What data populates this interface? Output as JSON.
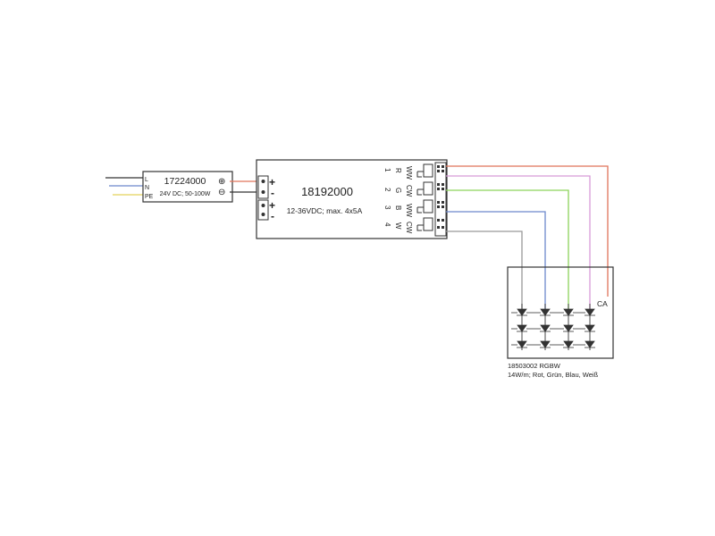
{
  "psu": {
    "part_no": "17224000",
    "spec": "24V DC; 50-100W",
    "input_labels": [
      "L",
      "N",
      "PE"
    ],
    "plus_symbol": "⊕",
    "minus_symbol": "⊖"
  },
  "controller": {
    "part_no": "18192000",
    "spec": "12-36VDC; max. 4x5A",
    "input_plus": "+",
    "input_minus": "-",
    "channels": [
      {
        "num": "1",
        "color_letter": "R",
        "white_type": "WW"
      },
      {
        "num": "2",
        "color_letter": "G",
        "white_type": "CW"
      },
      {
        "num": "3",
        "color_letter": "B",
        "white_type": "WW"
      },
      {
        "num": "4",
        "color_letter": "W",
        "white_type": "CW"
      }
    ]
  },
  "strip": {
    "part_no": "18503002 RGBW",
    "spec": "14W/m; Rot, Grün, Blau, Weiß",
    "common_label": "CA"
  },
  "colors": {
    "line": "#333333",
    "red": "#e0745a",
    "pink": "#d89ad8",
    "green": "#8cd35a",
    "blue": "#6c88cc",
    "gray": "#999999",
    "mains_blue": "#6c88cc",
    "mains_yellow": "#e3d25a",
    "plus_wire": "#e0745a"
  }
}
